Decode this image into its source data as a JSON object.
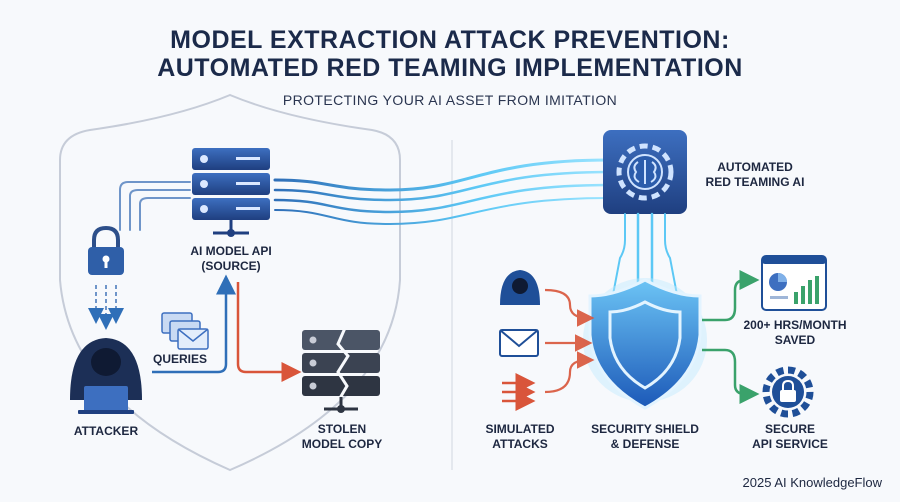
{
  "title_line1": "MODEL EXTRACTION ATTACK PREVENTION:",
  "title_line2": "AUTOMATED RED TEAMING IMPLEMENTATION",
  "subtitle": "PROTECTING YOUR AI ASSET FROM IMITATION",
  "left": {
    "api_line1": "AI MODEL API",
    "api_line2": "(SOURCE)",
    "queries": "QUERIES",
    "attacker": "ATTACKER",
    "stolen_line1": "STOLEN",
    "stolen_line2": "MODEL COPY"
  },
  "right": {
    "redteam_line1": "AUTOMATED",
    "redteam_line2": "RED TEAMING AI",
    "simulated_line1": "SIMULATED",
    "simulated_line2": "ATTACKS",
    "shield_line1": "SECURITY SHIELD",
    "shield_line2": "& DEFENSE",
    "saved_line1": "200+ HRS/MONTH",
    "saved_line2": "SAVED",
    "secure_line1": "SECURE",
    "secure_line2": "API SERVICE"
  },
  "footer": "2025 AI KnowledgeFlow",
  "colors": {
    "navy": "#1b2a4a",
    "blue": "#2f6fb8",
    "attack": "#d9553a",
    "green": "#3aa26b",
    "glow": "#5cc8f5"
  }
}
